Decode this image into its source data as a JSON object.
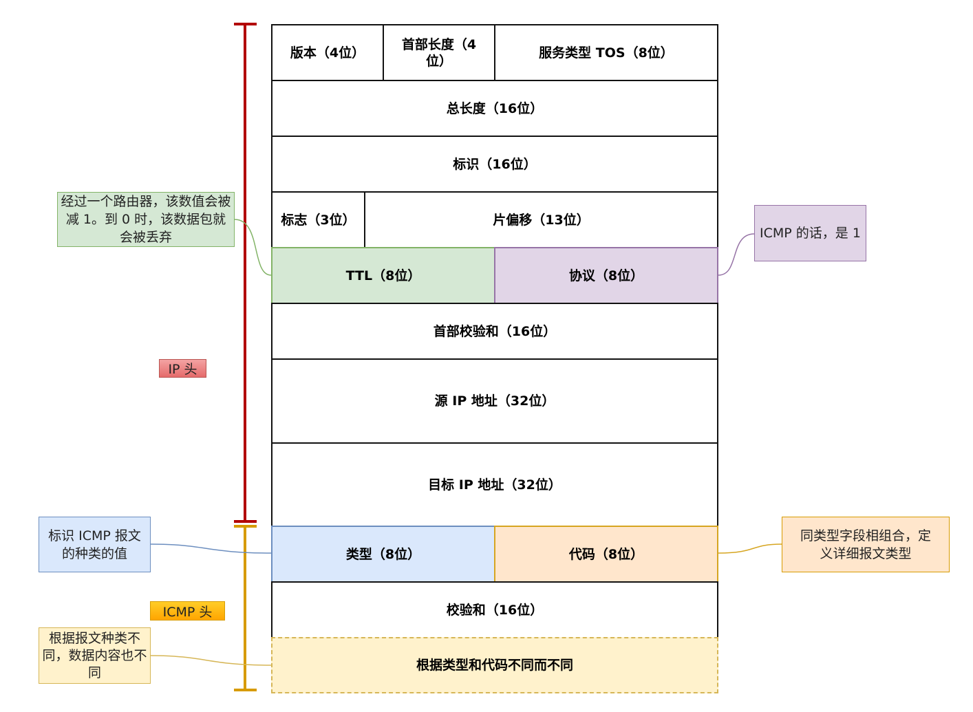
{
  "colors": {
    "ip_bracket": "#b20000",
    "icmp_bracket": "#d79b00",
    "ttl_fill": "#d5e8d4",
    "ttl_stroke": "#82b366",
    "protocol_fill": "#e1d5e7",
    "protocol_stroke": "#9673a6",
    "type_fill": "#dae8fc",
    "type_stroke": "#6c8ebf",
    "code_fill": "#ffe6cc",
    "code_stroke": "#d6a520",
    "data_fill": "#fff2cc",
    "data_stroke": "#d6b656"
  },
  "ip_header": {
    "label": "IP 头",
    "fields": {
      "version": "版本（4位）",
      "header_length": "首部长度（4位）",
      "tos": "服务类型 TOS（8位）",
      "total_length": "总长度（16位）",
      "identification": "标识（16位）",
      "flags": "标志（3位）",
      "fragment_offset": "片偏移（13位）",
      "ttl": "TTL（8位）",
      "protocol": "协议（8位）",
      "header_checksum": "首部校验和（16位）",
      "source_ip": "源 IP 地址（32位）",
      "dest_ip": "目标 IP 地址（32位）"
    }
  },
  "icmp_header": {
    "label": "ICMP 头",
    "fields": {
      "type": "类型（8位）",
      "code": "代码（8位）",
      "checksum": "校验和（16位）",
      "data": "根据类型和代码不同而不同"
    }
  },
  "notes": {
    "ttl": "经过一个路由器，该数值会被减 1。到 0 时，该数据包就会被丢弃",
    "protocol": "ICMP 的话，是 1",
    "type": "标识 ICMP 报文的种类的值",
    "code": "同类型字段相组合，定义详细报文类型",
    "data": "根据报文种类不同，数据内容也不同"
  }
}
